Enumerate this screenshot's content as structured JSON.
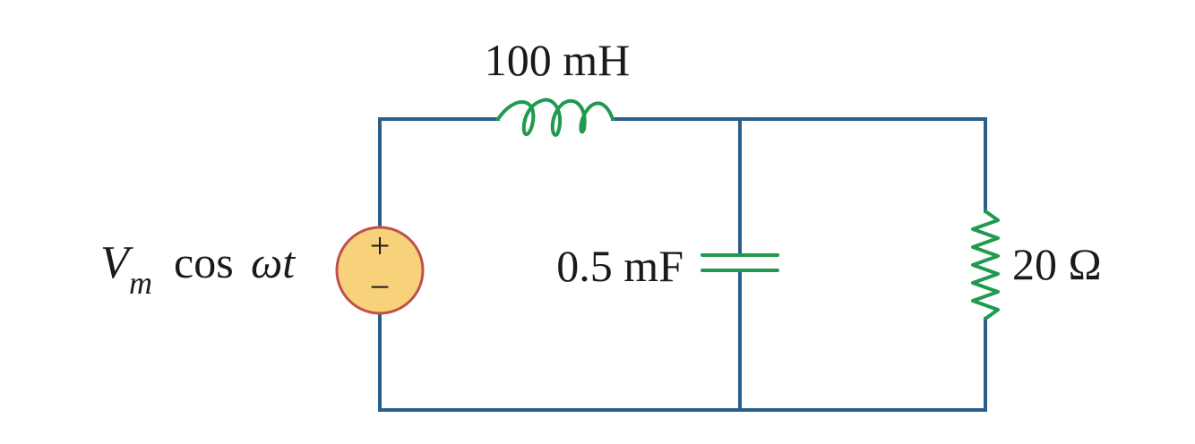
{
  "circuit": {
    "source": {
      "symbol": "V",
      "subscript": "m",
      "expression": "cos",
      "omega_t": "ωt",
      "plus_sign": "+",
      "minus_sign": "−"
    },
    "inductor": {
      "label": "100 mH"
    },
    "capacitor": {
      "label": "0.5 mF"
    },
    "resistor": {
      "label": "20 Ω"
    }
  },
  "colors": {
    "wire": "#2c5e8a",
    "component": "#1f9a4e",
    "source_fill": "#f7d27a",
    "source_stroke": "#c0504d",
    "text": "#1a1a1a"
  },
  "icons": [
    "voltage-source-icon",
    "inductor-icon",
    "capacitor-icon",
    "resistor-icon"
  ]
}
